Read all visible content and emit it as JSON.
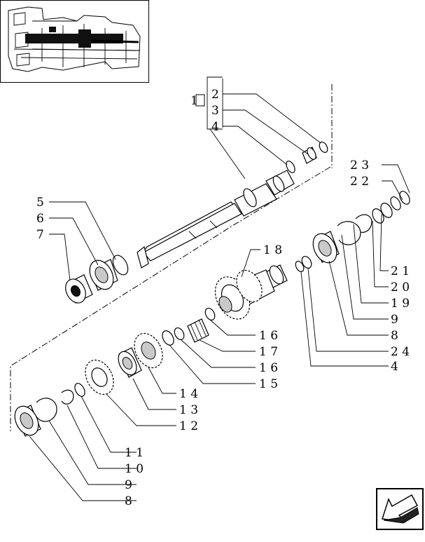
{
  "diagram": {
    "callouts": [
      {
        "id": "c2a",
        "text": "2"
      },
      {
        "id": "c3a",
        "text": "3"
      },
      {
        "id": "c4a",
        "text": "4"
      },
      {
        "id": "c23",
        "text": "2 3"
      },
      {
        "id": "c22",
        "text": "2 2"
      },
      {
        "id": "c5",
        "text": "5"
      },
      {
        "id": "c6",
        "text": "6"
      },
      {
        "id": "c7",
        "text": "7"
      },
      {
        "id": "c18",
        "text": "1 8"
      },
      {
        "id": "c21",
        "text": "2 1"
      },
      {
        "id": "c20",
        "text": "2 0"
      },
      {
        "id": "c19",
        "text": "1 9"
      },
      {
        "id": "c9a",
        "text": "9"
      },
      {
        "id": "c8a",
        "text": "8"
      },
      {
        "id": "c24",
        "text": "2 4"
      },
      {
        "id": "c4b",
        "text": "4"
      },
      {
        "id": "c16a",
        "text": "1 6"
      },
      {
        "id": "c17",
        "text": "1 7"
      },
      {
        "id": "c16b",
        "text": "1 6"
      },
      {
        "id": "c15",
        "text": "1 5"
      },
      {
        "id": "c14",
        "text": "1 4"
      },
      {
        "id": "c13",
        "text": "1 3"
      },
      {
        "id": "c12",
        "text": "1 2"
      },
      {
        "id": "c11",
        "text": "1 1"
      },
      {
        "id": "c10",
        "text": "1 0"
      },
      {
        "id": "c9b",
        "text": "9"
      },
      {
        "id": "c8b",
        "text": "8"
      }
    ],
    "bracket_box_label": "1"
  },
  "colors": {
    "ink": "#000000",
    "background": "#ffffff",
    "fill_dark": "#111111",
    "fill_gray": "#c9c9c9"
  },
  "icons": {
    "nav": "next-page-arrow-icon",
    "thumbnail": "transmission-thumbnail"
  }
}
